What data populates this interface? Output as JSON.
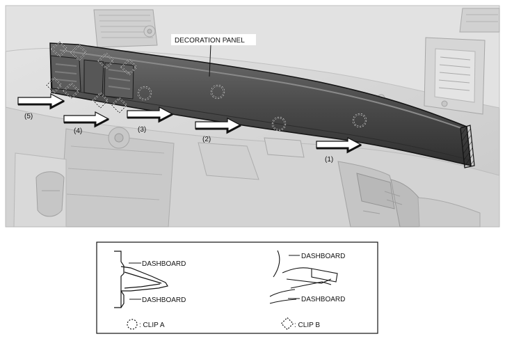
{
  "diagram": {
    "title_label": "DECORATION PANEL",
    "arrows": [
      {
        "label": "(1)"
      },
      {
        "label": "(2)"
      },
      {
        "label": "(3)"
      },
      {
        "label": "(4)"
      },
      {
        "label": "(5)"
      }
    ],
    "legend": {
      "dashboard_labels": [
        "DASHBOARD",
        "DASHBOARD",
        "DASHBOARD",
        "DASHBOARD"
      ],
      "clip_a_label": ": CLIP A",
      "clip_b_label": ": CLIP B"
    },
    "colors": {
      "background": "#d7d7d7",
      "panel": "#474747",
      "panel_highlight": "#6d6d6d",
      "outline": "#111111",
      "arrow": "#ffffff"
    }
  }
}
